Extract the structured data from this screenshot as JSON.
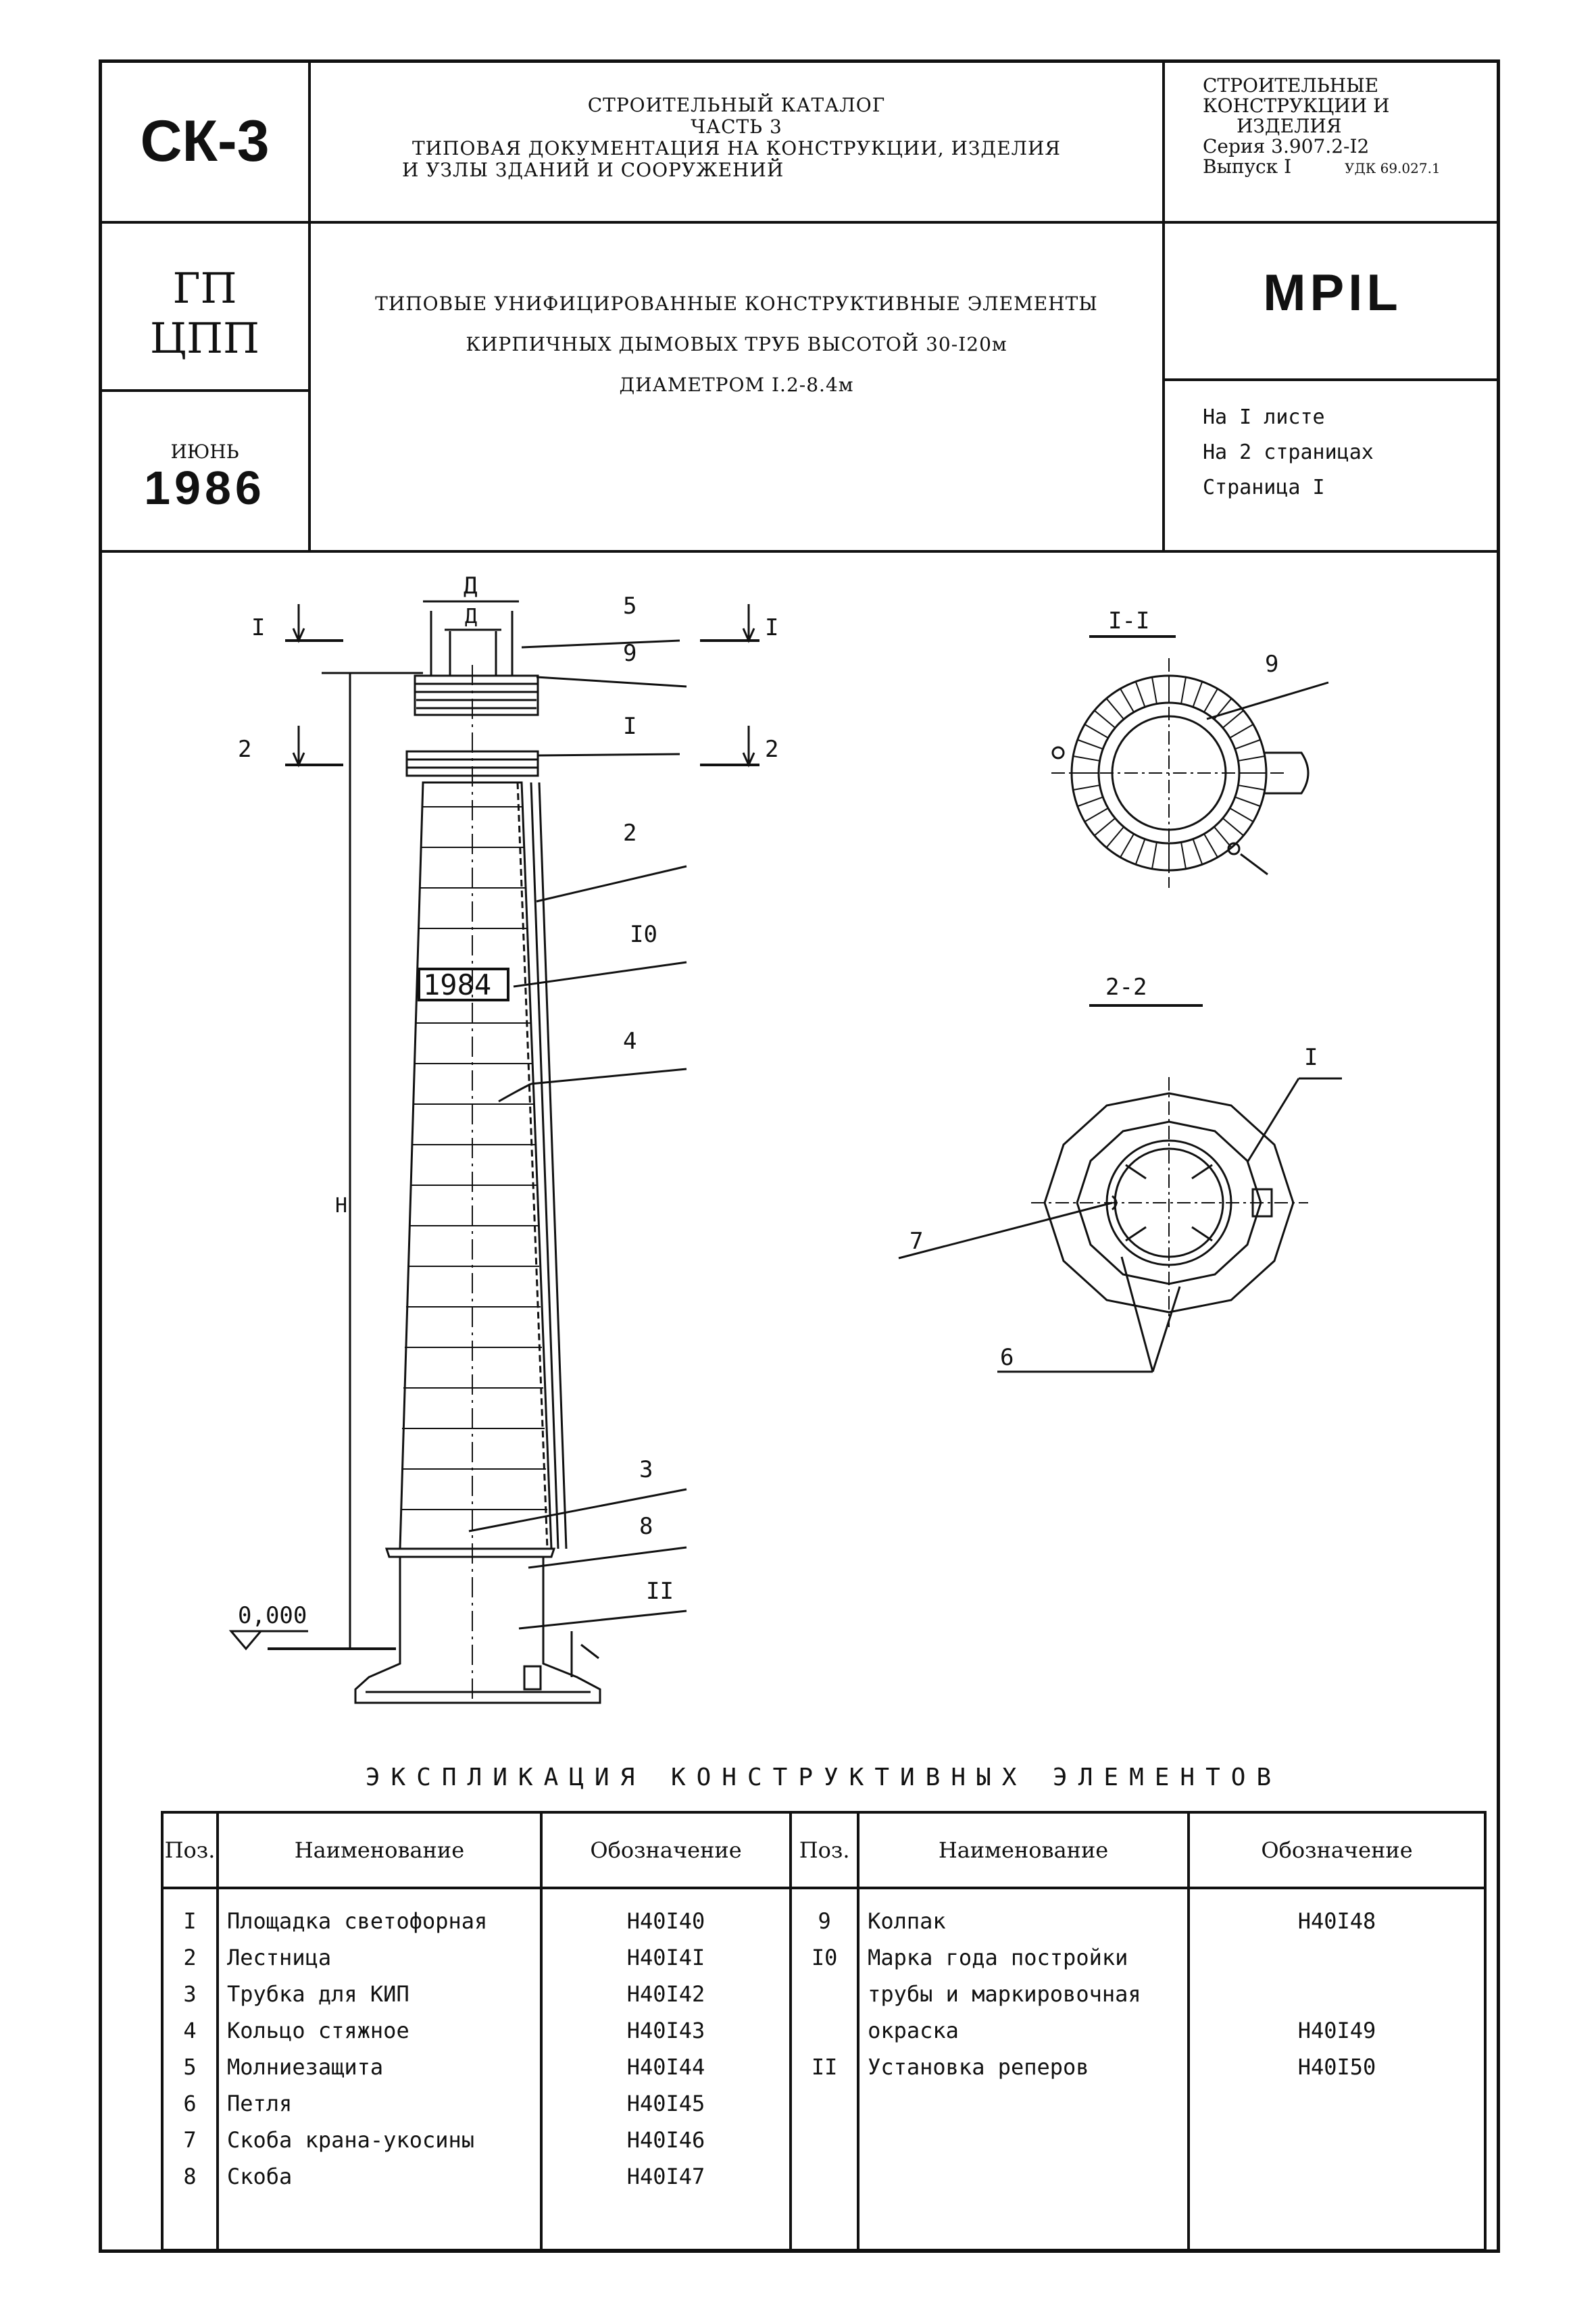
{
  "header": {
    "code": "СК-3",
    "catalog_line1": "СТРОИТЕЛЬНЫЙ КАТАЛОГ",
    "catalog_line2": "ЧАСТЬ 3",
    "catalog_line3": "ТИПОВАЯ ДОКУМЕНТАЦИЯ НА КОНСТРУКЦИИ, ИЗДЕЛИЯ",
    "catalog_line4": "И УЗЛЫ ЗДАНИЙ И СООРУЖЕНИЙ",
    "right_line1": "СТРОИТЕЛЬНЫЕ",
    "right_line2": "КОНСТРУКЦИИ И",
    "right_line3": "ИЗДЕЛИЯ",
    "series": "Серия 3.907.2-I2",
    "issue": "Выпуск I",
    "udk": "УДК 69.027.1"
  },
  "block2": {
    "org_line1": "ГП",
    "org_line2": "ЦПП",
    "title_line1": "ТИПОВЫЕ УНИФИЦИРОВАННЫЕ КОНСТРУКТИВНЫЕ ЭЛЕМЕНТЫ",
    "title_line2": "КИРПИЧНЫХ ДЫМОВЫХ ТРУБ ВЫСОТОЙ 30-I20м",
    "title_line3": "ДИАМЕТРОМ I.2-8.4м",
    "code": "MPIL",
    "month": "ИЮНЬ",
    "year": "1986",
    "sheet_info1": "На I листе",
    "sheet_info2": "На 2 страницах",
    "sheet_info3": "Страница I"
  },
  "drawing": {
    "dim_D_outer": "Д",
    "dim_D_inner": "Д",
    "section_I": "I",
    "section_2": "2",
    "label_height": "Н",
    "zero_mark": "0,000",
    "year_mark": "1984",
    "section_I_title": "I-I",
    "section_2_title": "2-2",
    "callout_5": "5",
    "callout_9": "9",
    "callout_1": "I",
    "callout_2": "2",
    "callout_10": "I0",
    "callout_4": "4",
    "callout_3": "3",
    "callout_8": "8",
    "callout_11": "II",
    "callout_9b": "9",
    "callout_1b": "I",
    "callout_7": "7",
    "callout_6": "6"
  },
  "table": {
    "title": "ЭКСПЛИКАЦИЯ КОНСТРУКТИВНЫХ ЭЛЕМЕНТОВ",
    "headers": [
      "Поз.",
      "Наименование",
      "Обозначение",
      "Поз.",
      "Наименование",
      "Обозначение"
    ],
    "rows": [
      [
        "I",
        "Площадка светофорная",
        "Н40I40",
        "9",
        "Колпак",
        "Н40I48"
      ],
      [
        "2",
        "Лестница",
        "Н40I4I",
        "I0",
        "Марка года постройки",
        ""
      ],
      [
        "3",
        "Трубка для КИП",
        "Н40I42",
        "",
        "трубы и маркировочная",
        ""
      ],
      [
        "4",
        "Кольцо стяжное",
        "Н40I43",
        "",
        "окраска",
        "Н40I49"
      ],
      [
        "5",
        "Молниезащита",
        "Н40I44",
        "II",
        "Установка реперов",
        "Н40I50"
      ],
      [
        "6",
        "Петля",
        "Н40I45",
        "",
        "",
        ""
      ],
      [
        "7",
        "Скоба крана-укосины",
        "Н40I46",
        "",
        "",
        ""
      ],
      [
        "8",
        "Скоба",
        "Н40I47",
        "",
        "",
        ""
      ],
      [
        "",
        "",
        "",
        "",
        "",
        ""
      ]
    ]
  }
}
